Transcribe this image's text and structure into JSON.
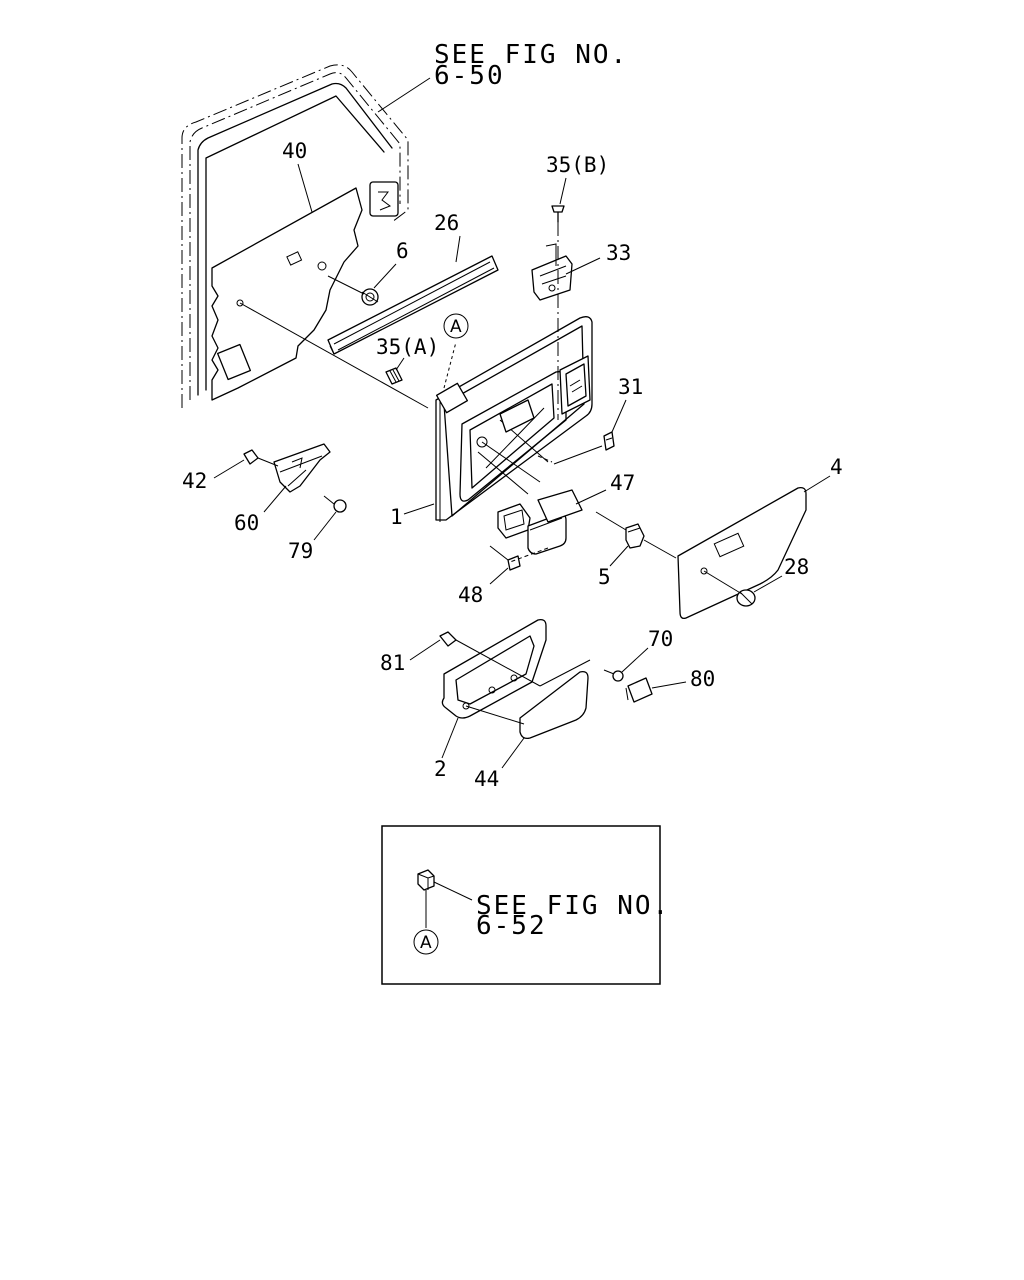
{
  "references": {
    "top_line1": "SEE FIG NO.",
    "top_line2": "6-50",
    "inset_line1": "SEE FIG NO.",
    "inset_line2": "6-52"
  },
  "callouts": {
    "A_main": "A",
    "A_inset": "A"
  },
  "parts": {
    "p40": "40",
    "p26": "26",
    "p6": "6",
    "p35b": "35(B)",
    "p33": "33",
    "p35a": "35(A)",
    "p31": "31",
    "p4": "4",
    "p47": "47",
    "p42": "42",
    "p60": "60",
    "p79": "79",
    "p1": "1",
    "p48": "48",
    "p5": "5",
    "p28": "28",
    "p70": "70",
    "p81": "81",
    "p80": "80",
    "p2": "2",
    "p44": "44"
  }
}
